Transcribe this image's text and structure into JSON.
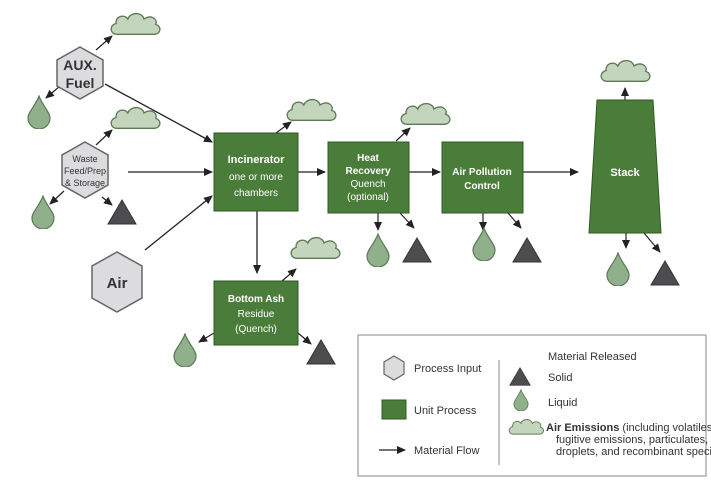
{
  "colors": {
    "unit_process": "#4b7d3a",
    "unit_process_stroke": "#2f5a24",
    "hexagon_fill": "#dcdcde",
    "hexagon_stroke": "#666666",
    "solid": "#4d4d4f",
    "liquid": "#8fb08a",
    "liquid_stroke": "#5c7a57",
    "cloud_fill": "#c4d5be",
    "cloud_stroke": "#5d7a55",
    "arrow": "#222222"
  },
  "inputs": {
    "aux_fuel": {
      "line1": "AUX.",
      "line2": "Fuel"
    },
    "waste": {
      "line1": "Waste",
      "line2": "Feed/Prep",
      "line3": "& Storage"
    },
    "air": {
      "label": "Air"
    }
  },
  "processes": {
    "incinerator": {
      "title": "Incinerator",
      "line2": "one or more",
      "line3": "chambers"
    },
    "heat_recovery": {
      "line1": "Heat",
      "line2": "Recovery",
      "line3": "Quench",
      "line4": "(optional)"
    },
    "apc": {
      "line1": "Air Pollution",
      "line2": "Control"
    },
    "stack": {
      "label": "Stack"
    },
    "bottom_ash": {
      "line1": "Bottom Ash",
      "line2": "Residue",
      "line3": "(Quench)"
    }
  },
  "legend": {
    "title": "Material Released",
    "process_input": "Process Input",
    "unit_process": "Unit Process",
    "material_flow": "Material Flow",
    "solid": "Solid",
    "liquid": "Liquid",
    "air_emissions_bold": "Air Emissions",
    "air_emissions_line1": " (including volatiles,",
    "air_emissions_line2": "fugitive emissions, particulates,",
    "air_emissions_line3": "droplets, and recombinant species)"
  }
}
